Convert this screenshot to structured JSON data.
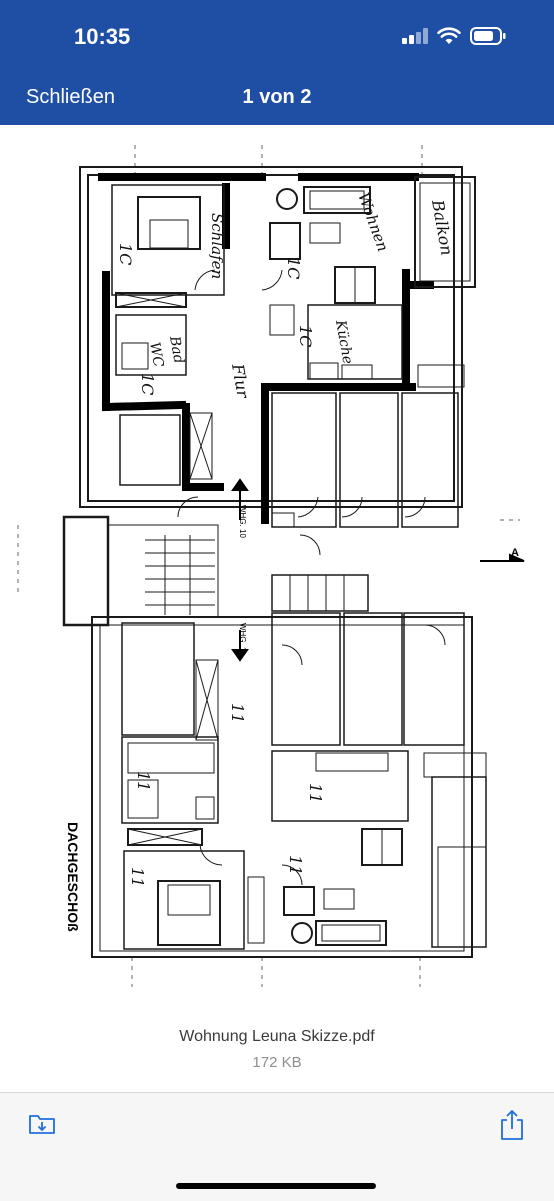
{
  "status_bar": {
    "time": "10:35"
  },
  "nav": {
    "close_label": "Schließen",
    "title": "1 von 2"
  },
  "document": {
    "floor_label": "DACHGESCHOß",
    "rooms": {
      "schlafen": "Schlafen",
      "wohnen": "Wohnen",
      "balkon": "Balkon",
      "kueche": "Küche",
      "bad": "Bad",
      "wc": "WC",
      "flur": "Flur"
    },
    "marks": {
      "top": "1C",
      "bottom": "11"
    },
    "apartment_labels": {
      "upper": "WHG. 10",
      "lower": "WHG. 11"
    },
    "section_mark": "A"
  },
  "file": {
    "name": "Wohnung Leuna Skizze.pdf",
    "size": "172 KB"
  },
  "toolbar": {
    "save_icon": "save-to-files-icon",
    "share_icon": "share-icon"
  },
  "colors": {
    "nav_bg": "#1f4fa4",
    "accent": "#1f6fd8"
  }
}
